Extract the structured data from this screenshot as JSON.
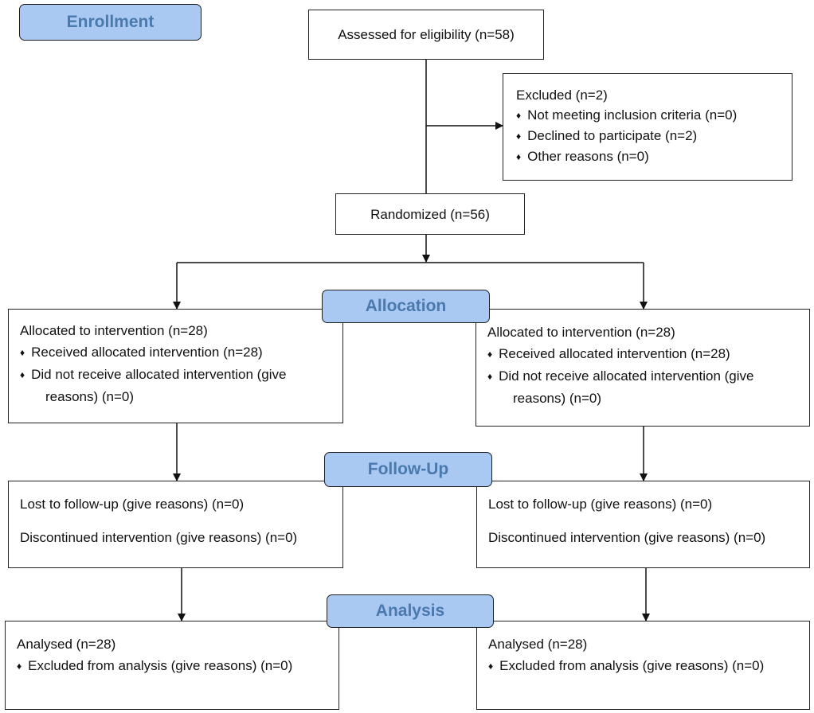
{
  "stages": {
    "enrollment": "Enrollment",
    "allocation": "Allocation",
    "follow_up": "Follow-Up",
    "analysis": "Analysis"
  },
  "assessed": "Assessed for eligibility (n=58)",
  "excluded": {
    "title": "Excluded  (n=2)",
    "items": [
      "Not meeting inclusion criteria (n=0)",
      "Declined to participate (n=2)",
      "Other reasons (n=0)"
    ]
  },
  "randomized": "Randomized (n=56)",
  "allocation_left": {
    "title": "Allocated to intervention (n=28)",
    "received": "Received allocated intervention (n=28)",
    "not_received_1": "Did not receive allocated intervention (give",
    "not_received_2": "reasons) (n=0)"
  },
  "allocation_right": {
    "title": "Allocated to intervention (n=28)",
    "received": "Received allocated intervention (n=28)",
    "not_received_1": "Did not receive allocated intervention (give",
    "not_received_2": "reasons) (n=0)"
  },
  "followup_left": {
    "lost": "Lost to follow-up (give reasons) (n=0)",
    "discontinued": "Discontinued intervention (give reasons) (n=0)"
  },
  "followup_right": {
    "lost": "Lost to follow-up (give reasons) (n=0)",
    "discontinued": "Discontinued intervention (give reasons) (n=0)"
  },
  "analysis_left": {
    "title": "Analysed  (n=28)",
    "excluded": "Excluded from analysis (give reasons) (n=0)"
  },
  "analysis_right": {
    "title": "Analysed  (n=28)",
    "excluded": "Excluded from analysis (give reasons) (n=0)"
  }
}
